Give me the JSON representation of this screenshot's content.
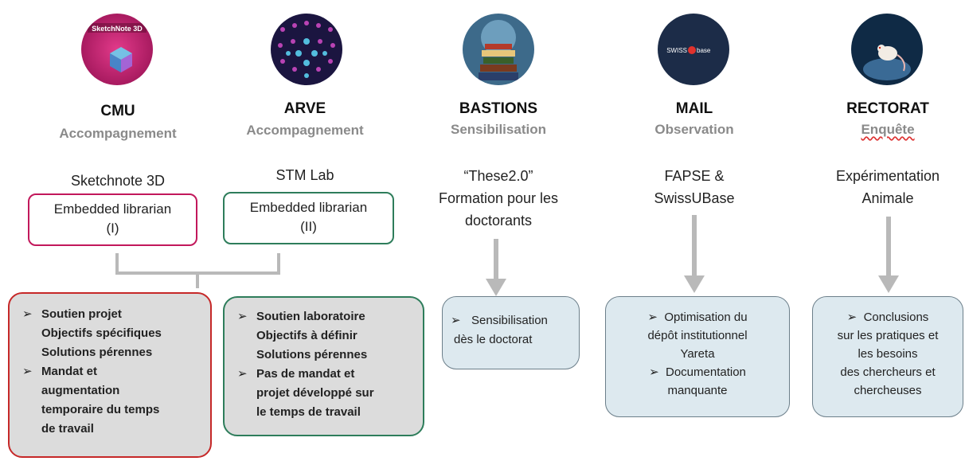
{
  "colors": {
    "cmu_border": "#c2185b",
    "arve_border": "#2e7d5b",
    "red_box_border": "#c62828",
    "green_box_border": "#2e7d5b",
    "gray_box": "#dcdcdc",
    "light_blue_box": "#dde9ef",
    "connector_gray": "#b9b9b9"
  },
  "columns": [
    {
      "id": "cmu",
      "avatar_icon": "sketchnote-3d-image",
      "avatar_text": "SketchNote 3D",
      "title": "CMU",
      "subtitle": "Accompagnement",
      "description": "Sketchnote 3D",
      "pill_line1": "Embedded librarian",
      "pill_line2": "(I)"
    },
    {
      "id": "arve",
      "avatar_icon": "network-sphere-image",
      "title": "ARVE",
      "subtitle": "Accompagnement",
      "description": "STM Lab",
      "pill_line1": "Embedded librarian",
      "pill_line2": "(II)"
    },
    {
      "id": "bastions",
      "avatar_icon": "books-image",
      "title": "BASTIONS",
      "subtitle": "Sensibilisation",
      "description_lines": [
        "“These2.0”",
        "Formation pour les",
        "doctorants"
      ],
      "box_lines": [
        "Sensibilisation",
        "dès le doctorat"
      ]
    },
    {
      "id": "mail",
      "avatar_icon": "swissubase-logo-image",
      "avatar_text": "SWISS",
      "avatar_text2": "base",
      "title": "MAIL",
      "subtitle": "Observation",
      "description_lines": [
        "FAPSE &",
        "SwissUBase"
      ],
      "box_item1": [
        "Optimisation du",
        "dépôt institutionnel",
        "Yareta"
      ],
      "box_item2": [
        "Documentation",
        "manquante"
      ]
    },
    {
      "id": "rectorat",
      "avatar_icon": "lab-mouse-image",
      "title": "RECTORAT",
      "subtitle": "Enquête",
      "description_lines": [
        "Expérimentation",
        "Animale"
      ],
      "box_lines": [
        "Conclusions",
        "sur les pratiques et",
        "les besoins",
        "des chercheurs et",
        "chercheuses"
      ]
    }
  ],
  "cmu_box": {
    "item1": [
      "Soutien projet",
      "Objectifs spécifiques",
      "Solutions pérennes"
    ],
    "item2": [
      "Mandat et",
      "augmentation",
      "temporaire du temps",
      "de travail"
    ]
  },
  "arve_box": {
    "item1": [
      "Soutien laboratoire",
      "Objectifs à définir",
      "Solutions pérennes"
    ],
    "item2": [
      "Pas de mandat et",
      "projet développé sur",
      "le temps de travail"
    ]
  },
  "bullet": "➢"
}
